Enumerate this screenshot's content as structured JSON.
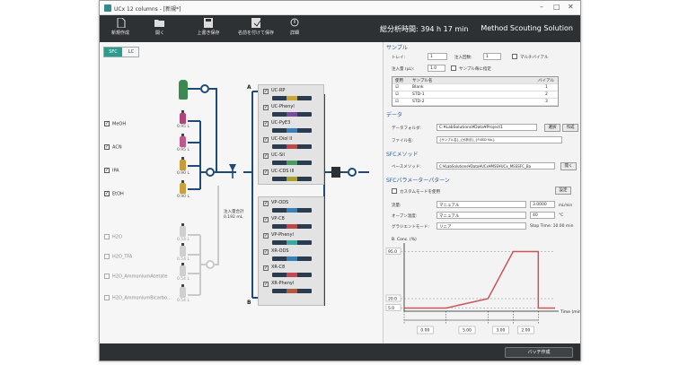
{
  "window": {
    "title": "UCx 12 columns - [新規*]"
  },
  "toolbar": {
    "buttons": [
      {
        "label": "新規作成",
        "icon": "new-file-icon"
      },
      {
        "label": "開く",
        "icon": "open-folder-icon"
      },
      {
        "label": "上書き保存",
        "icon": "save-icon"
      },
      {
        "label": "名前を付けて保存",
        "icon": "save-as-icon"
      },
      {
        "label": "詳細",
        "icon": "details-icon"
      }
    ],
    "total_time": "総分析時間: 394 h 17 min",
    "brand": "Method Scouting Solution"
  },
  "mode": {
    "sfc": "SFC",
    "lc": "LC",
    "selected": "SFC"
  },
  "solvents": [
    {
      "name": "MeOH",
      "volume": "0.95 L",
      "checked": true,
      "color": "#b1457a"
    },
    {
      "name": "ACN",
      "volume": "0.95 L",
      "checked": true,
      "color": "#c15a8c"
    },
    {
      "name": "IPA",
      "volume": "0.90 L",
      "checked": true,
      "color": "#c99a3a"
    },
    {
      "name": "EtOH",
      "volume": "0.90 L",
      "checked": true,
      "color": "#c9a23f"
    },
    {
      "name": "H2O",
      "volume": "0.54 L",
      "checked": false,
      "color": "#cfcfcf"
    },
    {
      "name": "H2O_TFA",
      "volume": "0.54 L",
      "checked": false,
      "color": "#cfcfcf"
    },
    {
      "name": "H2O_AmmoniumAcetate",
      "volume": "0.54 L",
      "checked": false,
      "color": "#cfcfcf"
    },
    {
      "name": "H2O_AmmoniumBicarbo...",
      "volume": "0.54 L",
      "checked": false,
      "color": "#cfcfcf"
    }
  ],
  "flow": {
    "injection_label": "注入量合計",
    "injection_value": "0.192 mL"
  },
  "valves": {
    "a": "A",
    "b": "B"
  },
  "columns_a": [
    {
      "name": "UC-RP",
      "band": "#c8a838"
    },
    {
      "name": "UC-Phenyl",
      "band": "#7b4a9a"
    },
    {
      "name": "UC-PyE3",
      "band": "#3a7fb5"
    },
    {
      "name": "UC-Diol II",
      "band": "#b94a48"
    },
    {
      "name": "UC-Sil",
      "band": "#4a9a62"
    },
    {
      "name": "UC-CDS III",
      "band": "#a8a030"
    }
  ],
  "columns_b": [
    {
      "name": "VP-ODS",
      "band": "#3a7fb5"
    },
    {
      "name": "VP-C8",
      "band": "#b94a48"
    },
    {
      "name": "VP-Phenyl",
      "band": "#3aa8a0"
    },
    {
      "name": "XR-ODS",
      "band": "#3a7fb5"
    },
    {
      "name": "XR-C8",
      "band": "#c04a58"
    },
    {
      "name": "XR-Phenyl",
      "band": "#b05a40"
    }
  ],
  "sample": {
    "section": "サンプル",
    "tray_label": "トレイ:",
    "tray_value": "1",
    "injections_label": "注入回数:",
    "injections_value": "1",
    "multi_vial_label": "マルチバイアル",
    "volume_label": "注入量 (µL):",
    "volume_value": "1.0",
    "per_sample_label": "サンプル毎に指定",
    "table_headers": [
      "使用",
      "サンプル名",
      "バイアル"
    ],
    "rows": [
      {
        "name": "Blank",
        "vial": "1"
      },
      {
        "name": "STD-1",
        "vial": "2"
      },
      {
        "name": "STD-2",
        "vial": "3"
      }
    ]
  },
  "data": {
    "section": "データ",
    "folder_label": "データフォルダ:",
    "folder_value": "C:¥LabSolutions¥Data¥Project1",
    "browse": "選択",
    "create": "作成",
    "filename_label": "ファイル名:",
    "filename_value": "{サンプル名}_{分析法}_{FIXED No.}"
  },
  "sfc_method": {
    "section": "SFCメソッド",
    "base_label": "ベースメソッド:",
    "base_value": "C:¥LabSolutions¥Data¥UCx¥MSS¥UCx_MSSSFC_Ba",
    "open": "開く"
  },
  "sfc_params": {
    "section": "SFCパラメーターパターン",
    "custom_label": "カスタムモードを使用",
    "settings": "設定",
    "flow_label": "流量:",
    "flow_mode": "マニュアル",
    "flow_value": "3.0000",
    "flow_unit": "mL/min",
    "temp_label": "オーブン温度:",
    "temp_mode": "マニュアル",
    "temp_value": "40",
    "temp_unit": "°C",
    "gradient_label": "グラジエントモード:",
    "gradient_mode": "リニア",
    "stop_time": "Stop Time: 10.00 min"
  },
  "chart_data": {
    "type": "line",
    "ylabel": "B. Conc. (%)",
    "xlabel": "Time (min)",
    "x": [
      0,
      5,
      10,
      13,
      16
    ],
    "y": [
      5,
      5,
      20,
      95,
      5
    ],
    "ytick_labels": [
      "95.0",
      "20.0",
      "5.0"
    ],
    "segment_inputs": [
      "0.00",
      "5.00",
      "3.00",
      "2.00"
    ],
    "line_color": "#c9565a"
  },
  "footer": {
    "batch_button": "バッチ作成"
  }
}
